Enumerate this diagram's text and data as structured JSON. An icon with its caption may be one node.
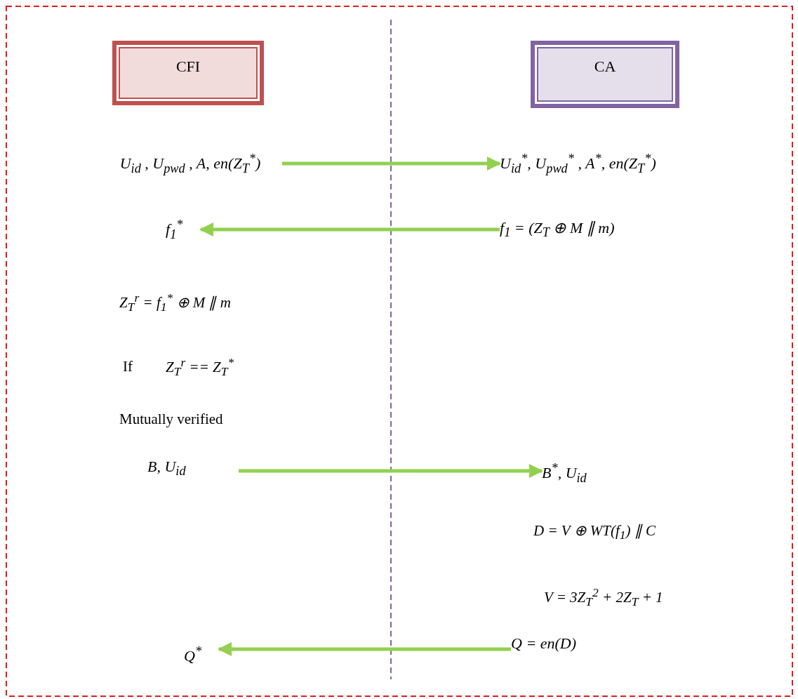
{
  "diagram": {
    "nodes": [
      {
        "text": [
          "CFI"
        ]
      },
      {
        "text": [
          "CA"
        ]
      },
      {
        "text": [
          "U$_{id}$ , U$_{pwd}$ , A, en(Z$_{T}$$^{*}$)"
        ]
      },
      {
        "text": [
          "U$_{id}$$^{*}$, U$_{pwd}$$^{*}$ , A$^{*}$, en(Z$_{T}$$^{*}$)"
        ]
      },
      {
        "text": [
          "f$_{1}$$^{*}$"
        ]
      },
      {
        "text": [
          "f$_{1}$ = (Z$_{T}$ ⊕ M ∥ m)"
        ]
      },
      {
        "text": [
          "B, U$_{id}$"
        ]
      },
      {
        "text": [
          "B$^{*}$, U$_{id}$"
        ]
      },
      {
        "text": [
          "Q$^{*}$"
        ]
      },
      {
        "text": [
          "Q = en(D)"
        ]
      }
    ],
    "edges": [
      {
        "from": 2,
        "to": 3,
        "arrow": "to"
      },
      {
        "from": 5,
        "to": 4,
        "arrow": "to"
      },
      {
        "from": 6,
        "to": 7,
        "arrow": "to"
      },
      {
        "from": 9,
        "to": 8,
        "arrow": "to"
      }
    ],
    "labels": [
      "Z$_{T}$$^{r}$ = f$_{1}$$^{*}$ ⊕ M ∥ m",
      "If",
      "Z$_{T}$$^{r}$ == Z$_{T}$$^{*}$",
      "Mutually verified",
      "D = V ⊕ WT(f$_{1}$) ∥ C",
      "V = 3Z$_{T}$$^{2}$ + 2Z$_{T}$ + 1"
    ]
  }
}
